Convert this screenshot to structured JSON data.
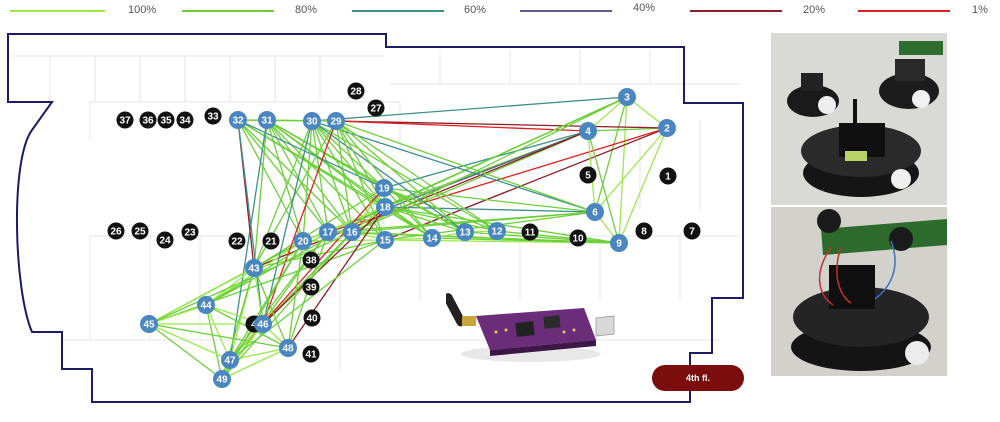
{
  "legend": [
    {
      "label": "100%",
      "color": "#9be84f"
    },
    {
      "label": "80%",
      "color": "#6ccf3a"
    },
    {
      "label": "60%",
      "color": "#3f8f8f"
    },
    {
      "label": "40%",
      "color": "#5d5d8f"
    },
    {
      "label": "20%",
      "color": "#8f1d24"
    },
    {
      "label": "1%",
      "color": "#e02020"
    }
  ],
  "colors": {
    "wall": "#1c1c64",
    "active_node": "#4a86c0",
    "inactive_node": "#111111",
    "badge": "#7c0d0d"
  },
  "floor_label": "4th fl.",
  "nodes": [
    {
      "id": "1",
      "active": false
    },
    {
      "id": "2",
      "active": true
    },
    {
      "id": "3",
      "active": true
    },
    {
      "id": "4",
      "active": true
    },
    {
      "id": "5",
      "active": false
    },
    {
      "id": "6",
      "active": true
    },
    {
      "id": "7",
      "active": false
    },
    {
      "id": "8",
      "active": false
    },
    {
      "id": "9",
      "active": true
    },
    {
      "id": "10",
      "active": false
    },
    {
      "id": "11",
      "active": false
    },
    {
      "id": "12",
      "active": true
    },
    {
      "id": "13",
      "active": true
    },
    {
      "id": "14",
      "active": true
    },
    {
      "id": "15",
      "active": true
    },
    {
      "id": "16",
      "active": true
    },
    {
      "id": "17",
      "active": true
    },
    {
      "id": "18",
      "active": true
    },
    {
      "id": "19",
      "active": true
    },
    {
      "id": "20",
      "active": true
    },
    {
      "id": "21",
      "active": false
    },
    {
      "id": "22",
      "active": false
    },
    {
      "id": "23",
      "active": false
    },
    {
      "id": "24",
      "active": false
    },
    {
      "id": "25",
      "active": false
    },
    {
      "id": "26",
      "active": false
    },
    {
      "id": "27",
      "active": false
    },
    {
      "id": "28",
      "active": false
    },
    {
      "id": "29",
      "active": true
    },
    {
      "id": "30",
      "active": true
    },
    {
      "id": "31",
      "active": true
    },
    {
      "id": "32",
      "active": true
    },
    {
      "id": "33",
      "active": false
    },
    {
      "id": "34",
      "active": false
    },
    {
      "id": "35",
      "active": false
    },
    {
      "id": "36",
      "active": false
    },
    {
      "id": "37",
      "active": false
    },
    {
      "id": "38",
      "active": false
    },
    {
      "id": "39",
      "active": false
    },
    {
      "id": "40",
      "active": false
    },
    {
      "id": "41",
      "active": false
    },
    {
      "id": "43",
      "active": true
    },
    {
      "id": "44",
      "active": true
    },
    {
      "id": "45",
      "active": true
    },
    {
      "id": "4",
      "active": false
    },
    {
      "id": "46",
      "active": true
    },
    {
      "id": "47",
      "active": true
    },
    {
      "id": "48",
      "active": true
    },
    {
      "id": "49",
      "active": true
    }
  ],
  "links": [
    {
      "a": "3",
      "b": "2",
      "q": 0
    },
    {
      "a": "3",
      "b": "4",
      "q": 0
    },
    {
      "a": "3",
      "b": "6",
      "q": 1
    },
    {
      "a": "3",
      "b": "9",
      "q": 0
    },
    {
      "a": "2",
      "b": "6",
      "q": 0
    },
    {
      "a": "2",
      "b": "9",
      "q": 0
    },
    {
      "a": "2",
      "b": "4",
      "q": 1
    },
    {
      "a": "2",
      "b": "15",
      "q": 4
    },
    {
      "a": "2",
      "b": "17",
      "q": 5
    },
    {
      "a": "2",
      "b": "29",
      "q": 4
    },
    {
      "a": "4",
      "b": "29",
      "q": 5
    },
    {
      "a": "4",
      "b": "6",
      "q": 0
    },
    {
      "a": "4",
      "b": "9",
      "q": 1
    },
    {
      "a": "4",
      "b": "19",
      "q": 2
    },
    {
      "a": "4",
      "b": "16",
      "q": 1
    },
    {
      "a": "4",
      "b": "18",
      "q": 1
    },
    {
      "a": "4",
      "b": "20",
      "q": 3
    },
    {
      "a": "4",
      "b": "43",
      "q": 4
    },
    {
      "a": "3",
      "b": "16",
      "q": 1
    },
    {
      "a": "3",
      "b": "17",
      "q": 1
    },
    {
      "a": "3",
      "b": "30",
      "q": 2
    },
    {
      "a": "3",
      "b": "18",
      "q": 1
    },
    {
      "a": "6",
      "b": "9",
      "q": 0
    },
    {
      "a": "6",
      "b": "18",
      "q": 2
    },
    {
      "a": "6",
      "b": "19",
      "q": 1
    },
    {
      "a": "6",
      "b": "30",
      "q": 2
    },
    {
      "a": "6",
      "b": "29",
      "q": 1
    },
    {
      "a": "6",
      "b": "16",
      "q": 1
    },
    {
      "a": "6",
      "b": "15",
      "q": 1
    },
    {
      "a": "6",
      "b": "17",
      "q": 1
    },
    {
      "a": "9",
      "b": "15",
      "q": 0
    },
    {
      "a": "9",
      "b": "16",
      "q": 0
    },
    {
      "a": "9",
      "b": "12",
      "q": 1
    },
    {
      "a": "9",
      "b": "13",
      "q": 1
    },
    {
      "a": "9",
      "b": "18",
      "q": 1
    },
    {
      "a": "9",
      "b": "17",
      "q": 1
    },
    {
      "a": "12",
      "b": "13",
      "q": 0
    },
    {
      "a": "12",
      "b": "29",
      "q": 1
    },
    {
      "a": "12",
      "b": "30",
      "q": 1
    },
    {
      "a": "12",
      "b": "19",
      "q": 1
    },
    {
      "a": "13",
      "b": "14",
      "q": 0
    },
    {
      "a": "13",
      "b": "29",
      "q": 1
    },
    {
      "a": "13",
      "b": "30",
      "q": 2
    },
    {
      "a": "13",
      "b": "31",
      "q": 1
    },
    {
      "a": "14",
      "b": "15",
      "q": 0
    },
    {
      "a": "14",
      "b": "29",
      "q": 1
    },
    {
      "a": "14",
      "b": "31",
      "q": 1
    },
    {
      "a": "14",
      "b": "32",
      "q": 1
    },
    {
      "a": "15",
      "b": "16",
      "q": 0
    },
    {
      "a": "15",
      "b": "30",
      "q": 1
    },
    {
      "a": "15",
      "b": "31",
      "q": 1
    },
    {
      "a": "15",
      "b": "20",
      "q": 0
    },
    {
      "a": "15",
      "b": "43",
      "q": 1
    },
    {
      "a": "15",
      "b": "45",
      "q": 1
    },
    {
      "a": "16",
      "b": "17",
      "q": 0
    },
    {
      "a": "16",
      "b": "18",
      "q": 0
    },
    {
      "a": "16",
      "b": "19",
      "q": 0
    },
    {
      "a": "16",
      "b": "30",
      "q": 1
    },
    {
      "a": "16",
      "b": "31",
      "q": 1
    },
    {
      "a": "16",
      "b": "32",
      "q": 1
    },
    {
      "a": "16",
      "b": "46",
      "q": 1
    },
    {
      "a": "16",
      "b": "47",
      "q": 1
    },
    {
      "a": "17",
      "b": "18",
      "q": 0
    },
    {
      "a": "17",
      "b": "20",
      "q": 0
    },
    {
      "a": "17",
      "b": "30",
      "q": 1
    },
    {
      "a": "17",
      "b": "31",
      "q": 1
    },
    {
      "a": "17",
      "b": "32",
      "q": 1
    },
    {
      "a": "17",
      "b": "49",
      "q": 1
    },
    {
      "a": "17",
      "b": "48",
      "q": 1
    },
    {
      "a": "18",
      "b": "19",
      "q": 0
    },
    {
      "a": "18",
      "b": "20",
      "q": 0
    },
    {
      "a": "18",
      "b": "29",
      "q": 1
    },
    {
      "a": "18",
      "b": "30",
      "q": 1
    },
    {
      "a": "18",
      "b": "31",
      "q": 1
    },
    {
      "a": "18",
      "b": "32",
      "q": 1
    },
    {
      "a": "18",
      "b": "44",
      "q": 1
    },
    {
      "a": "18",
      "b": "46",
      "q": 4
    },
    {
      "a": "19",
      "b": "30",
      "q": 1
    },
    {
      "a": "19",
      "b": "31",
      "q": 1
    },
    {
      "a": "19",
      "b": "32",
      "q": 2
    },
    {
      "a": "19",
      "b": "43",
      "q": 1
    },
    {
      "a": "19",
      "b": "47",
      "q": 5
    },
    {
      "a": "20",
      "b": "43",
      "q": 0
    },
    {
      "a": "20",
      "b": "44",
      "q": 0
    },
    {
      "a": "20",
      "b": "30",
      "q": 1
    },
    {
      "a": "20",
      "b": "31",
      "q": 1
    },
    {
      "a": "20",
      "b": "32",
      "q": 1
    },
    {
      "a": "20",
      "b": "45",
      "q": 1
    },
    {
      "a": "29",
      "b": "30",
      "q": 0
    },
    {
      "a": "29",
      "b": "31",
      "q": 0
    },
    {
      "a": "29",
      "b": "15",
      "q": 1
    },
    {
      "a": "29",
      "b": "16",
      "q": 1
    },
    {
      "a": "29",
      "b": "43",
      "q": 1
    },
    {
      "a": "29",
      "b": "46",
      "q": 5
    },
    {
      "a": "30",
      "b": "31",
      "q": 0
    },
    {
      "a": "30",
      "b": "32",
      "q": 0
    },
    {
      "a": "30",
      "b": "43",
      "q": 1
    },
    {
      "a": "30",
      "b": "46",
      "q": 2
    },
    {
      "a": "31",
      "b": "32",
      "q": 0
    },
    {
      "a": "31",
      "b": "43",
      "q": 1
    },
    {
      "a": "31",
      "b": "47",
      "q": 2
    },
    {
      "a": "32",
      "b": "43",
      "q": 4
    },
    {
      "a": "32",
      "b": "46",
      "q": 2
    },
    {
      "a": "32",
      "b": "29",
      "q": 1
    },
    {
      "a": "43",
      "b": "44",
      "q": 0
    },
    {
      "a": "43",
      "b": "45",
      "q": 0
    },
    {
      "a": "43",
      "b": "46",
      "q": 0
    },
    {
      "a": "43",
      "b": "47",
      "q": 0
    },
    {
      "a": "43",
      "b": "48",
      "q": 1
    },
    {
      "a": "43",
      "b": "49",
      "q": 1
    },
    {
      "a": "44",
      "b": "45",
      "q": 0
    },
    {
      "a": "44",
      "b": "46",
      "q": 0
    },
    {
      "a": "44",
      "b": "47",
      "q": 0
    },
    {
      "a": "44",
      "b": "49",
      "q": 1
    },
    {
      "a": "44",
      "b": "48",
      "q": 1
    },
    {
      "a": "45",
      "b": "46",
      "q": 0
    },
    {
      "a": "45",
      "b": "47",
      "q": 0
    },
    {
      "a": "45",
      "b": "48",
      "q": 1
    },
    {
      "a": "45",
      "b": "49",
      "q": 1
    },
    {
      "a": "46",
      "b": "47",
      "q": 0
    },
    {
      "a": "46",
      "b": "48",
      "q": 0
    },
    {
      "a": "46",
      "b": "49",
      "q": 0
    },
    {
      "a": "47",
      "b": "48",
      "q": 0
    },
    {
      "a": "47",
      "b": "49",
      "q": 0
    },
    {
      "a": "48",
      "b": "49",
      "q": 0
    },
    {
      "a": "48",
      "b": "18",
      "q": 4
    },
    {
      "a": "47",
      "b": "15",
      "q": 1
    },
    {
      "a": "47",
      "b": "20",
      "q": 1
    },
    {
      "a": "49",
      "b": "20",
      "q": 1
    },
    {
      "a": "49",
      "b": "16",
      "q": 1
    },
    {
      "a": "45",
      "b": "16",
      "q": 1
    },
    {
      "a": "44",
      "b": "17",
      "q": 1
    },
    {
      "a": "47",
      "b": "17",
      "q": 1
    },
    {
      "a": "48",
      "b": "20",
      "q": 1
    },
    {
      "a": "12",
      "b": "18",
      "q": 1
    },
    {
      "a": "13",
      "b": "18",
      "q": 1
    },
    {
      "a": "14",
      "b": "18",
      "q": 1
    },
    {
      "a": "14",
      "b": "19",
      "q": 1
    },
    {
      "a": "13",
      "b": "19",
      "q": 1
    },
    {
      "a": "9",
      "b": "14",
      "q": 1
    }
  ]
}
